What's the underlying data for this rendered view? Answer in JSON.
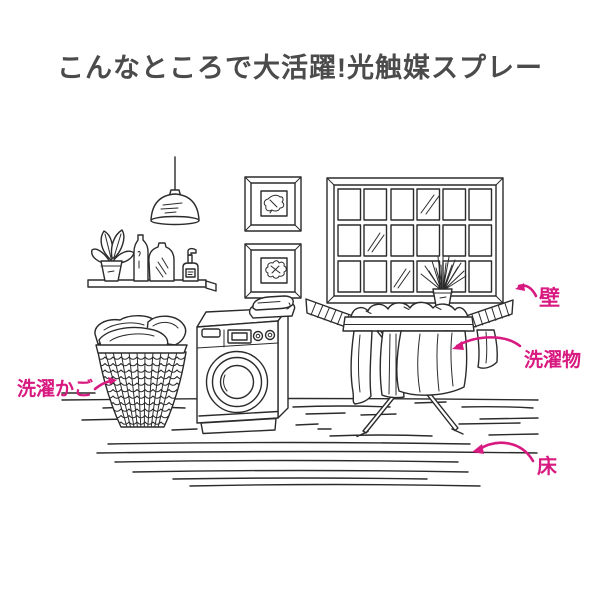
{
  "theme": {
    "bg": "#ffffff",
    "ink": "#2b2b2b",
    "title-ink": "#4b4b4b",
    "accent": "#d81980"
  },
  "header": {
    "title": "こんなところで大活躍!光触媒スプレー"
  },
  "annotations": {
    "basket": {
      "text": "洗濯かご"
    },
    "wall": {
      "text": "壁"
    },
    "laundry": {
      "text": "洗濯物"
    },
    "floor": {
      "text": "床"
    }
  },
  "illustration": {
    "scene": "laundry-room-line-art",
    "elements": [
      "pendant-lamp",
      "wall-shelf",
      "shelf-plant",
      "detergent-bottles",
      "soap-pump",
      "leaf-picture-frame-top",
      "leaf-picture-frame-bottom",
      "grid-window",
      "windowsill-plant",
      "laundry-basket",
      "basket-towels",
      "washing-machine",
      "folded-towel",
      "drying-rack",
      "hanging-laundry",
      "wood-floor"
    ]
  }
}
